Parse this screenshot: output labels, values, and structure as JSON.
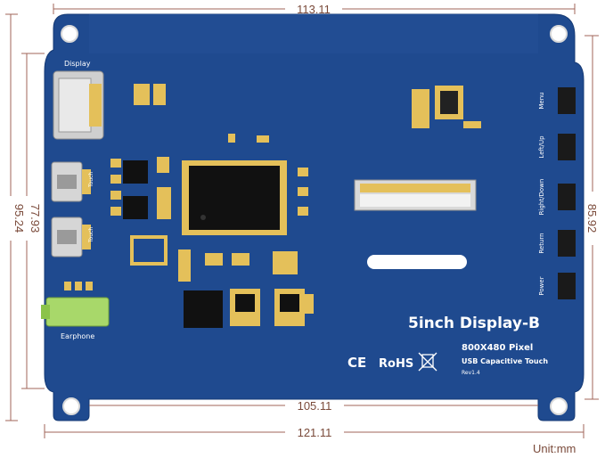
{
  "dimensions": {
    "top": "113.11",
    "bottom_inner": "105.11",
    "bottom_outer": "121.11",
    "left_inner": "77.93",
    "left_outer": "95.24",
    "right": "85.92",
    "unit": "Unit:mm"
  },
  "board": {
    "title": "5inch Display-B",
    "resolution": "800X480 Pixel",
    "touch": "USB Capacitive Touch",
    "revision": "Rev1.4",
    "cert": {
      "ce": "CE",
      "rohs": "RoHS"
    },
    "left_labels": {
      "display": "Display",
      "touch1": "Touch",
      "touch2": "Touch",
      "earphone": "Earphone"
    },
    "buttons": [
      "Menu",
      "Left/Up",
      "Right/Down",
      "Return",
      "Power"
    ]
  },
  "colors": {
    "board": "#1f4a8f",
    "pad_gold": "#e4c05a",
    "dimension_line": "#a0655a"
  }
}
